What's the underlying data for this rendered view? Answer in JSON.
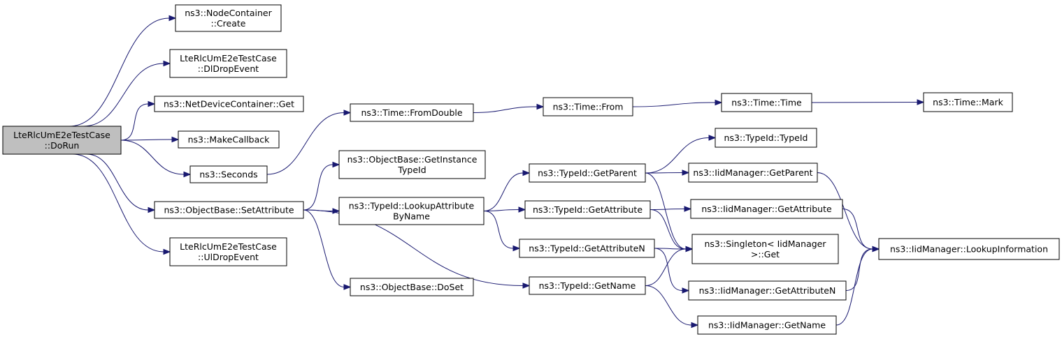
{
  "nodes": {
    "root": [
      "LteRlcUmE2eTestCase",
      "::DoRun"
    ],
    "node_create": [
      "ns3::NodeContainer",
      "::Create"
    ],
    "dl_drop": [
      "LteRlcUmE2eTestCase",
      "::DlDropEvent"
    ],
    "netdev_get": [
      "ns3::NetDeviceContainer::Get"
    ],
    "make_cb": [
      "ns3::MakeCallback"
    ],
    "seconds": [
      "ns3::Seconds"
    ],
    "set_attr": [
      "ns3::ObjectBase::SetAttribute"
    ],
    "ul_drop": [
      "LteRlcUmE2eTestCase",
      "::UlDropEvent"
    ],
    "from_double": [
      "ns3::Time::FromDouble"
    ],
    "get_instance": [
      "ns3::ObjectBase::GetInstance",
      "TypeId"
    ],
    "lookup_attr": [
      "ns3::TypeId::LookupAttribute",
      "ByName"
    ],
    "do_set": [
      "ns3::ObjectBase::DoSet"
    ],
    "from": [
      "ns3::Time::From"
    ],
    "time": [
      "ns3::Time::Time"
    ],
    "mark": [
      "ns3::Time::Mark"
    ],
    "typeid_ctor": [
      "ns3::TypeId::TypeId"
    ],
    "get_parent": [
      "ns3::TypeId::GetParent"
    ],
    "tid_get_attr": [
      "ns3::TypeId::GetAttribute"
    ],
    "tid_get_attr_n": [
      "ns3::TypeId::GetAttributeN"
    ],
    "tid_get_name": [
      "ns3::TypeId::GetName"
    ],
    "iid_get_parent": [
      "ns3::IidManager::GetParent"
    ],
    "iid_get_attr": [
      "ns3::IidManager::GetAttribute"
    ],
    "singleton_get": [
      "ns3::Singleton< IidManager",
      ">::Get"
    ],
    "iid_get_attr_n": [
      "ns3::IidManager::GetAttributeN"
    ],
    "iid_get_name": [
      "ns3::IidManager::GetName"
    ],
    "iid_lookup": [
      "ns3::IidManager::LookupInformation"
    ]
  },
  "edges": [
    [
      "root",
      "node_create"
    ],
    [
      "root",
      "dl_drop"
    ],
    [
      "root",
      "netdev_get"
    ],
    [
      "root",
      "make_cb"
    ],
    [
      "root",
      "seconds"
    ],
    [
      "root",
      "set_attr"
    ],
    [
      "root",
      "ul_drop"
    ],
    [
      "seconds",
      "from_double"
    ],
    [
      "from_double",
      "from"
    ],
    [
      "from",
      "time"
    ],
    [
      "time",
      "mark"
    ],
    [
      "set_attr",
      "get_instance"
    ],
    [
      "set_attr",
      "lookup_attr"
    ],
    [
      "set_attr",
      "do_set"
    ],
    [
      "set_attr",
      "tid_get_name"
    ],
    [
      "lookup_attr",
      "get_parent"
    ],
    [
      "lookup_attr",
      "tid_get_attr"
    ],
    [
      "lookup_attr",
      "tid_get_attr_n"
    ],
    [
      "get_parent",
      "typeid_ctor"
    ],
    [
      "get_parent",
      "iid_get_parent"
    ],
    [
      "get_parent",
      "singleton_get"
    ],
    [
      "tid_get_attr",
      "iid_get_attr"
    ],
    [
      "tid_get_attr",
      "singleton_get"
    ],
    [
      "tid_get_attr_n",
      "singleton_get"
    ],
    [
      "tid_get_attr_n",
      "iid_get_attr_n"
    ],
    [
      "tid_get_name",
      "singleton_get"
    ],
    [
      "tid_get_name",
      "iid_get_name"
    ],
    [
      "iid_get_parent",
      "iid_lookup"
    ],
    [
      "iid_get_attr",
      "iid_lookup"
    ],
    [
      "iid_get_attr_n",
      "iid_lookup"
    ],
    [
      "iid_get_name",
      "iid_lookup"
    ]
  ],
  "colors": {
    "edge": "#191970",
    "root_fill": "#bfbfbf",
    "node_fill": "#ffffff",
    "node_stroke": "#000000"
  }
}
